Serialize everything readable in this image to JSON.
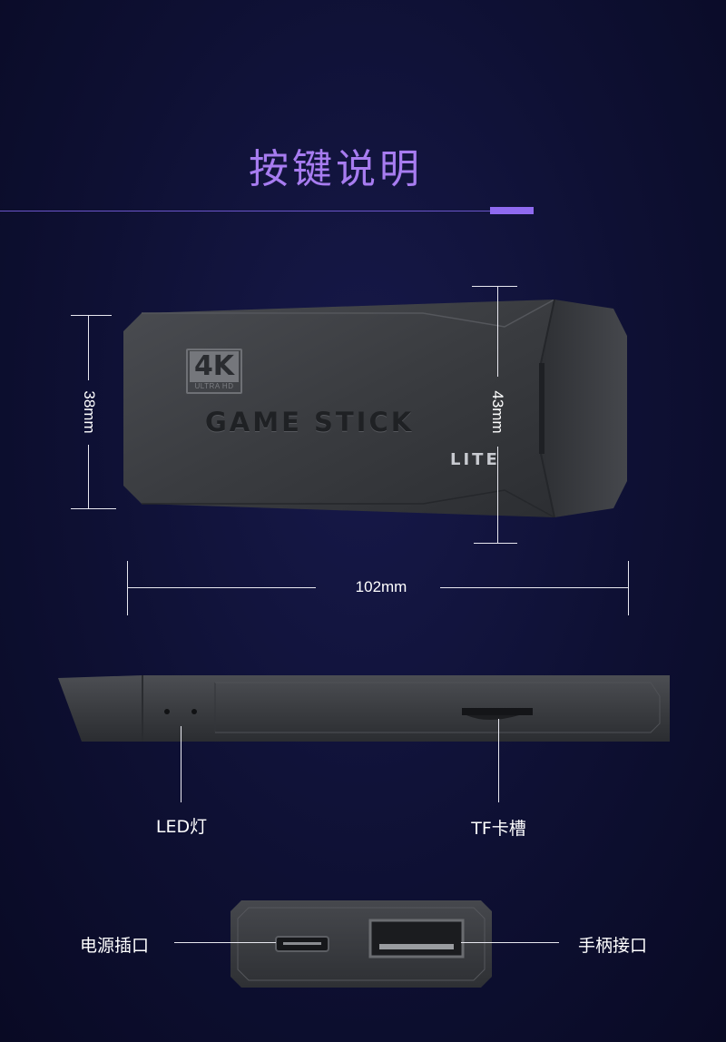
{
  "header": {
    "title": "按键说明"
  },
  "product_top": {
    "badge_main": "4K",
    "badge_sub": "ULTRA HD",
    "brand": "GAME STICK",
    "model": "LITE"
  },
  "dimensions": {
    "height_left": "38mm",
    "height_right": "43mm",
    "width": "102mm"
  },
  "side_view": {
    "led_label": "LED灯",
    "tf_label": "TF卡槽"
  },
  "end_view": {
    "power_label": "电源插口",
    "controller_label": "手柄接口"
  },
  "colors": {
    "accent": "#a77cf0",
    "background": "#0e1033",
    "device": "#3a3c40"
  }
}
